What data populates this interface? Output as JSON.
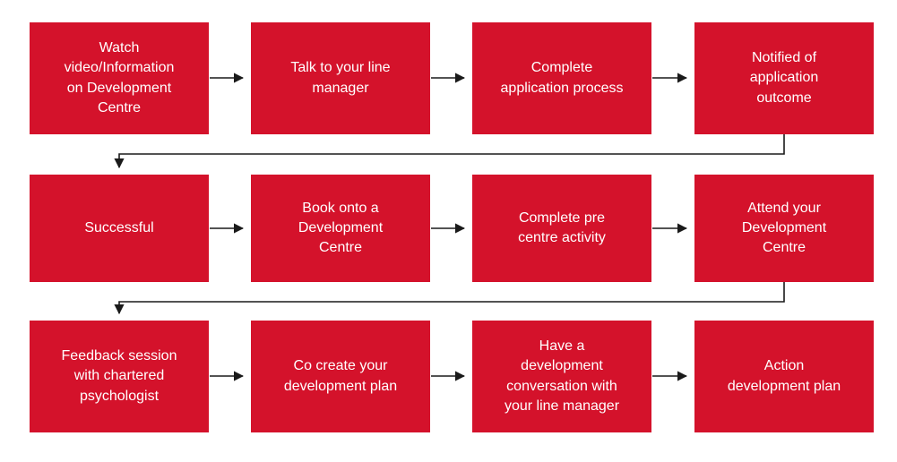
{
  "colors": {
    "box_fill": "#D4122B",
    "box_text": "#FFFFFF",
    "arrow": "#1A1A1A",
    "background": "#FFFFFF"
  },
  "rows": [
    {
      "steps": [
        {
          "label": "Watch\nvideo/Information\non Development\nCentre"
        },
        {
          "label": "Talk to your line\nmanager"
        },
        {
          "label": "Complete\napplication process"
        },
        {
          "label": "Notified of\napplication\noutcome"
        }
      ]
    },
    {
      "steps": [
        {
          "label": "Successful"
        },
        {
          "label": "Book onto a\nDevelopment\nCentre"
        },
        {
          "label": "Complete pre\ncentre activity"
        },
        {
          "label": "Attend your\nDevelopment\nCentre"
        }
      ]
    },
    {
      "steps": [
        {
          "label": "Feedback session\nwith chartered\npsychologist"
        },
        {
          "label": "Co create your\ndevelopment plan"
        },
        {
          "label": "Have a\ndevelopment\nconversation with\nyour line manager"
        },
        {
          "label": "Action\ndevelopment plan"
        }
      ]
    }
  ]
}
